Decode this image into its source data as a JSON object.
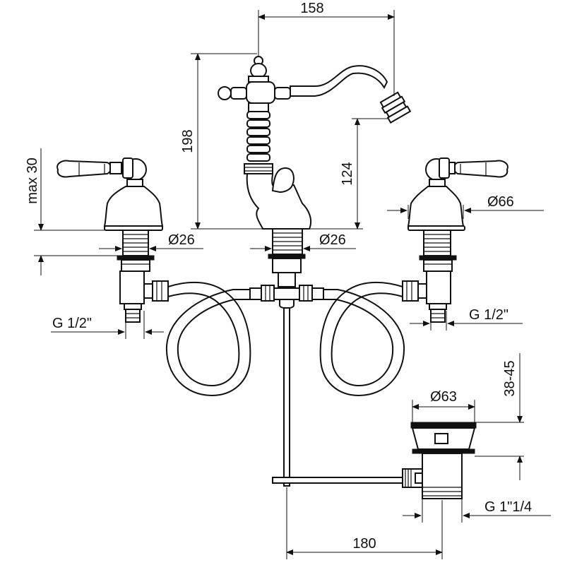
{
  "drawing": {
    "dimensions": {
      "spout_reach": "158",
      "spout_height": "198",
      "outlet_height": "124",
      "max_deck": "max 30",
      "handle_diameter": "Ø66",
      "left_shank_diameter": "Ø26",
      "center_shank_diameter": "Ø26",
      "left_inlet_thread": "G 1/2\"",
      "right_inlet_thread": "G 1/2\"",
      "waste_diameter": "Ø63",
      "waste_range": "38-45",
      "waste_thread": "G 1\"1/4",
      "spread": "180"
    }
  }
}
